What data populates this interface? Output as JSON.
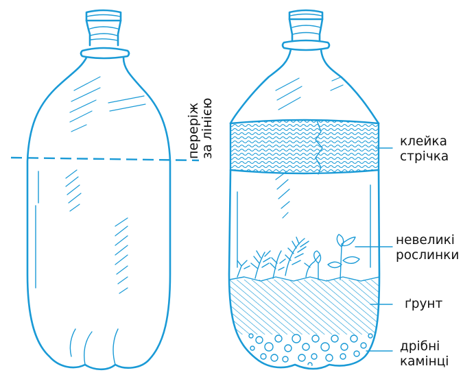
{
  "labels": {
    "cut": {
      "line1": "переріж",
      "line2": "за лінією"
    },
    "tape": {
      "line1": "клейка",
      "line2": "стрічка"
    },
    "plants": {
      "line1": "невеликі",
      "line2": "рослинки"
    },
    "soil": {
      "line1": "ґрунт"
    },
    "pebbles": {
      "line1": "дрібні",
      "line2": "камінці"
    }
  },
  "colors": {
    "line": "#1a9ad6",
    "text": "#111111",
    "background": "#ffffff"
  }
}
